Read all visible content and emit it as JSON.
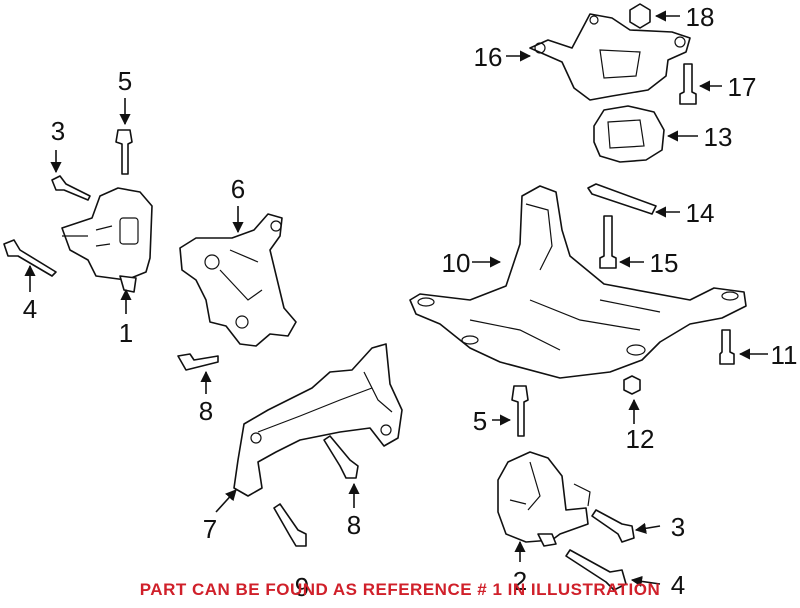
{
  "diagram": {
    "callouts": {
      "c1": "1",
      "c2": "2",
      "c3a": "3",
      "c3b": "3",
      "c4a": "4",
      "c4b": "4",
      "c5a": "5",
      "c5b": "5",
      "c6": "6",
      "c7": "7",
      "c8a": "8",
      "c8b": "8",
      "c9": "9",
      "c10": "10",
      "c11": "11",
      "c12": "12",
      "c13": "13",
      "c14": "14",
      "c15": "15",
      "c16": "16",
      "c17": "17",
      "c18": "18"
    }
  },
  "footer": {
    "note": "PART CAN BE FOUND AS REFERENCE # 1 IN ILLUSTRATION",
    "color": "#d0202a"
  }
}
